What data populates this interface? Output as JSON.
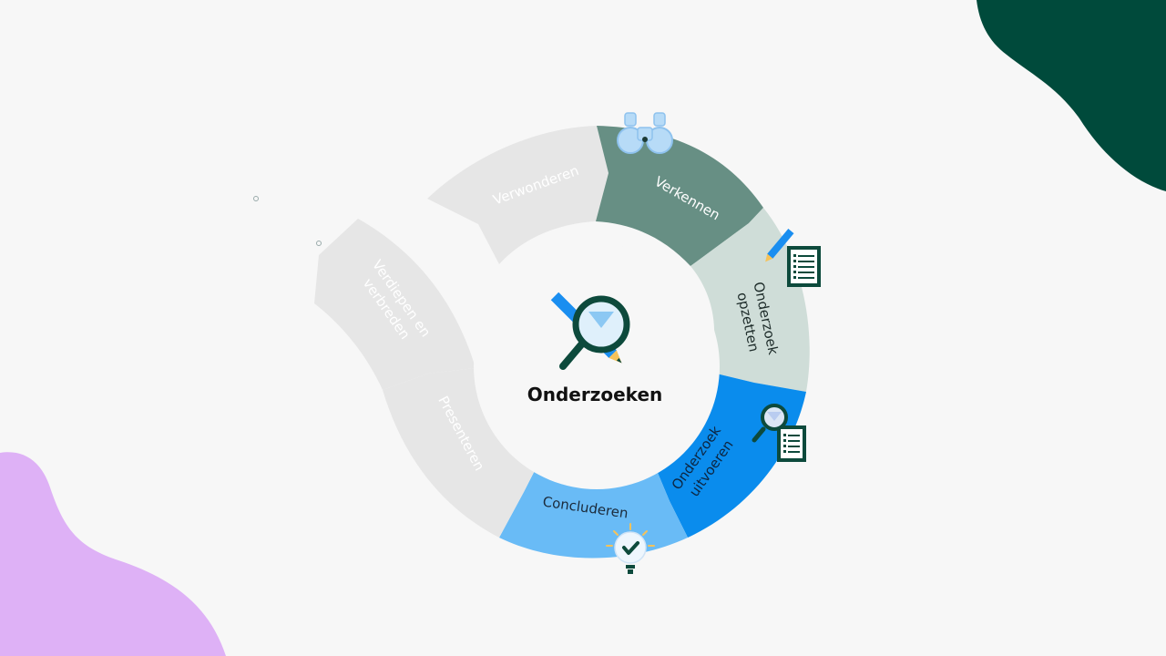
{
  "center": {
    "title": "Onderzoeken",
    "icon": "magnifier-pencil-icon"
  },
  "steps": [
    {
      "label": "Verwonderen",
      "state": "faded",
      "color": "#e6e6e6",
      "text_color": "#ffffff"
    },
    {
      "label": "Verkennen",
      "state": "done",
      "color": "#678f84",
      "text_color": "#ffffff",
      "icon": "binoculars-icon"
    },
    {
      "label_lines": [
        "Onderzoek",
        "opzetten"
      ],
      "state": "done",
      "color": "#cfddd8",
      "text_color": "#1d2b29",
      "icon": "pencil-checklist-icon"
    },
    {
      "label_lines": [
        "Onderzoek",
        "uitvoeren"
      ],
      "state": "active",
      "color": "#0a8ced",
      "text_color": "#0d2540",
      "icon": "magnifier-checklist-icon"
    },
    {
      "label": "Concluderen",
      "state": "current",
      "color": "#69bbf6",
      "text_color": "#1b2a3a",
      "icon": "lightbulb-check-icon"
    },
    {
      "label": "Presenteren",
      "state": "faded",
      "color": "#e6e6e6",
      "text_color": "#ffffff"
    },
    {
      "label_lines": [
        "Verdiepen en",
        "verbreden"
      ],
      "state": "faded",
      "color": "#e6e6e6",
      "text_color": "#ffffff"
    }
  ],
  "decor": {
    "top_right_blob": "#004a3b",
    "bottom_left_blob": "#deb1f6"
  }
}
